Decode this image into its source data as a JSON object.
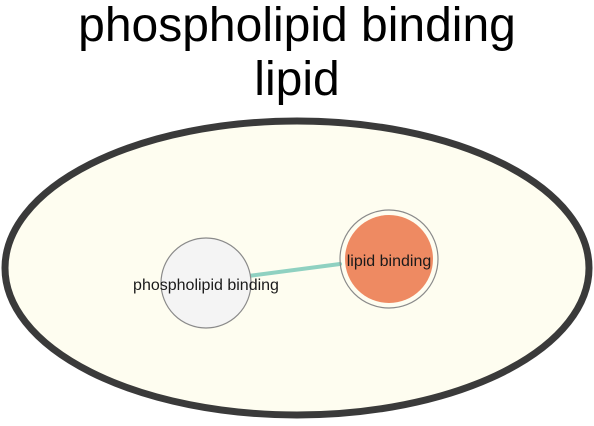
{
  "title": {
    "line1": "phospholipid binding",
    "line2": "lipid"
  },
  "colors": {
    "background": "#ffffff",
    "container_fill": "#fefdf0",
    "container_stroke": "#3a3a3a",
    "edge": "#8fd1c1",
    "node_plain_fill": "#f4f4f4",
    "node_plain_stroke": "#8a8a8a",
    "node_highlight_fill": "#ee8a62",
    "node_highlight_stroke": "#8a8a8a"
  },
  "nodes": [
    {
      "id": "phospholipid-binding",
      "label": "phospholipid binding",
      "style": "plain"
    },
    {
      "id": "lipid-binding",
      "label": "lipid binding",
      "style": "highlight"
    }
  ],
  "edges": [
    {
      "source": "phospholipid-binding",
      "target": "lipid-binding"
    }
  ]
}
